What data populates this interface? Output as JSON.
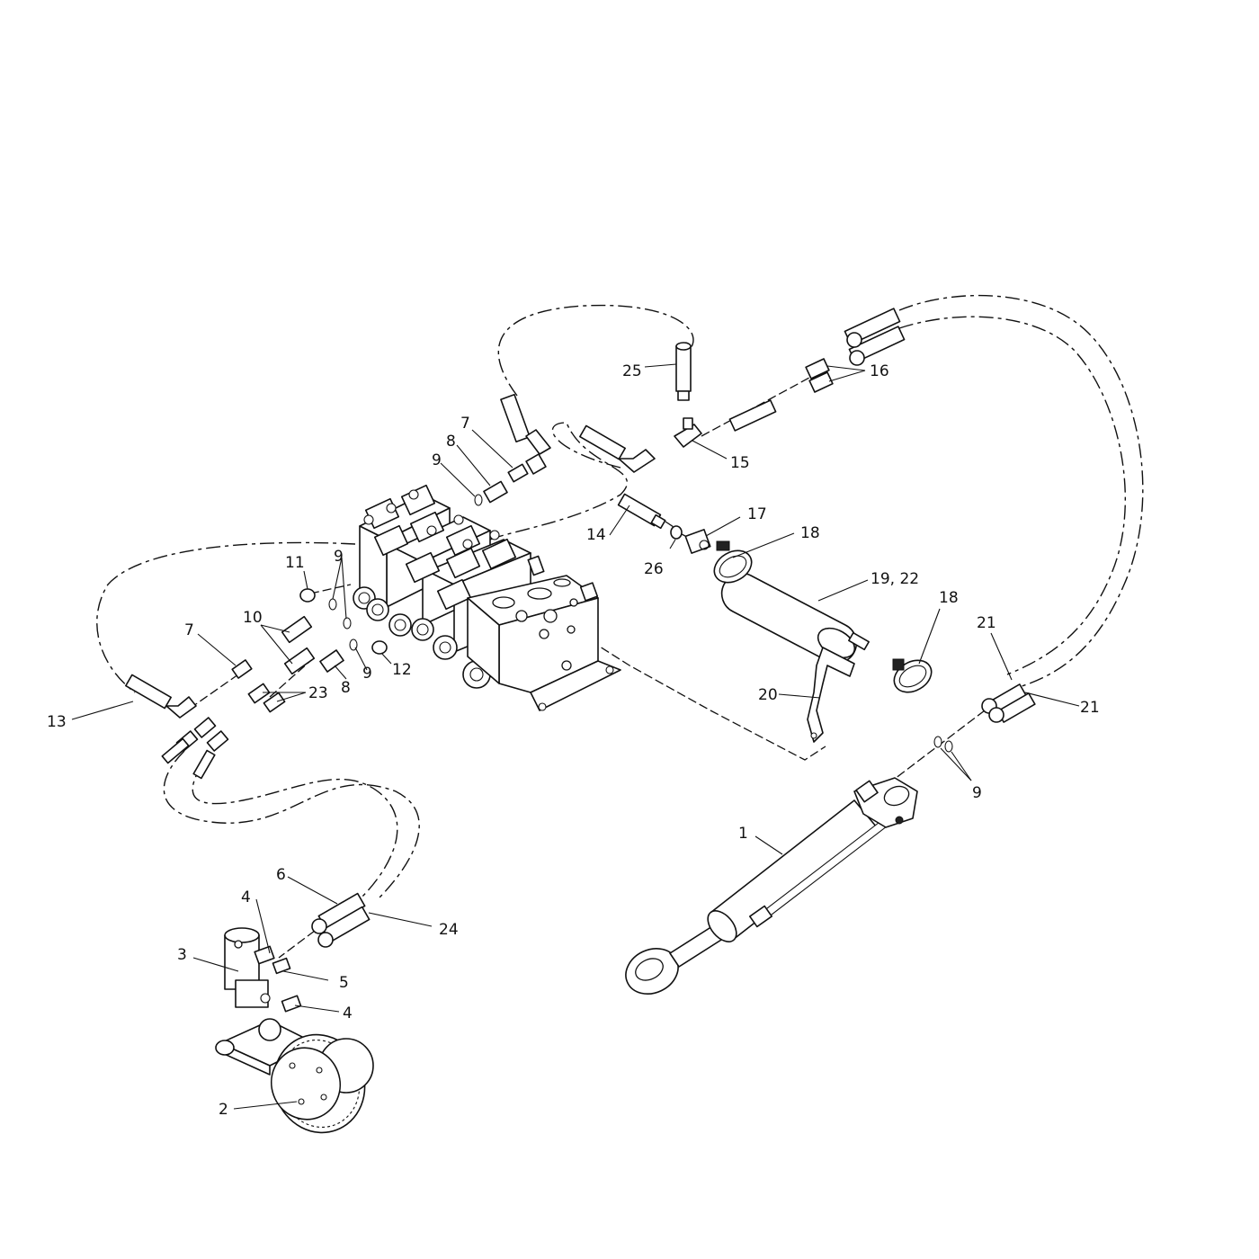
{
  "diagram": {
    "type": "exploded-parts-diagram",
    "colors": {
      "line": "#111111",
      "background": "#ffffff"
    },
    "callouts": {
      "c1": "1",
      "c2": "2",
      "c3": "3",
      "c4a": "4",
      "c4b": "4",
      "c5": "5",
      "c6": "6",
      "c7a": "7",
      "c7b": "7",
      "c8a": "8",
      "c8b": "8",
      "c9a": "9",
      "c9b": "9",
      "c9c": "9",
      "c9d": "9",
      "c10": "10",
      "c11": "11",
      "c12": "12",
      "c13": "13",
      "c14": "14",
      "c15": "15",
      "c16": "16",
      "c17": "17",
      "c18a": "18",
      "c18b": "18",
      "c19": "19, 22",
      "c20": "20",
      "c21a": "21",
      "c21b": "21",
      "c23": "23",
      "c24": "24",
      "c25": "25",
      "c26": "26"
    }
  }
}
